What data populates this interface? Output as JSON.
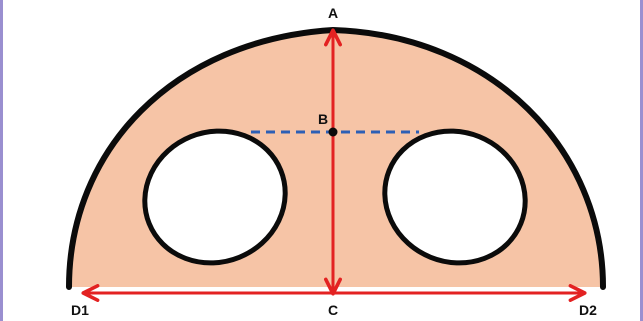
{
  "labels": {
    "A": "A",
    "B": "B",
    "C": "C",
    "D1": "D1",
    "D2": "D2"
  },
  "colors": {
    "shape_fill": "#f6c4a6",
    "outline": "#0b0b0b",
    "arrow": "#e32222",
    "dashed_line": "#2d5fb5",
    "frame_border": "#9a8fd0"
  },
  "shapes": {
    "outer_body": "rounded-arch",
    "holes": [
      "left-oval-hole",
      "right-oval-hole"
    ]
  }
}
